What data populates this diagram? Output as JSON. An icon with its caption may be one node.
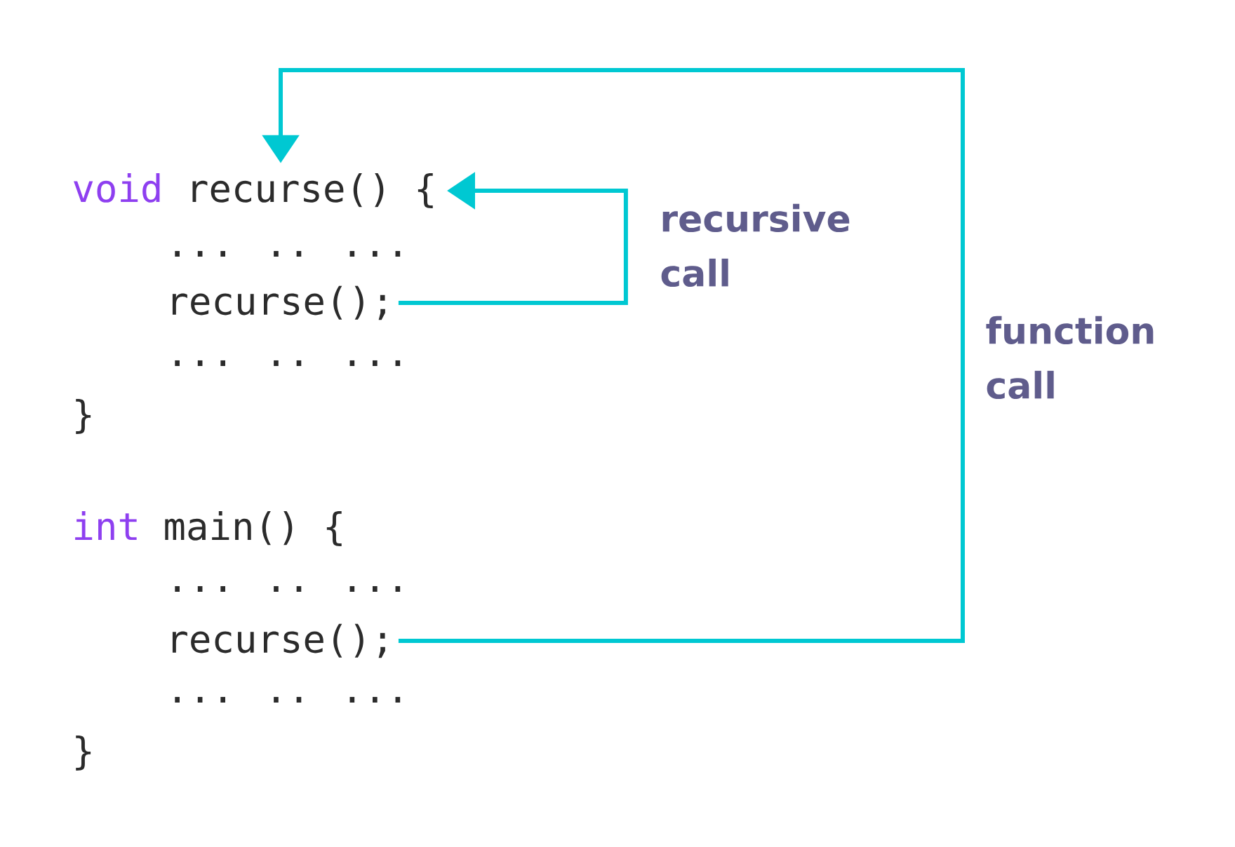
{
  "diagram": {
    "nodes": [
      {
        "text": [
          "void",
          "recurse() {"
        ]
      },
      {
        "text": [
          "recurse();"
        ]
      },
      {
        "text": [
          "recurse();"
        ]
      }
    ],
    "edges": [
      {
        "from": 1,
        "to": 0,
        "arrow": "to",
        "label": "recursive call"
      },
      {
        "from": 2,
        "to": 0,
        "arrow": "to",
        "label": "function call"
      }
    ],
    "labels": [
      "... .. ...",
      "... .. ...",
      "}",
      "int",
      "main() {",
      "... .. ...",
      "... .. ...",
      "}"
    ]
  }
}
